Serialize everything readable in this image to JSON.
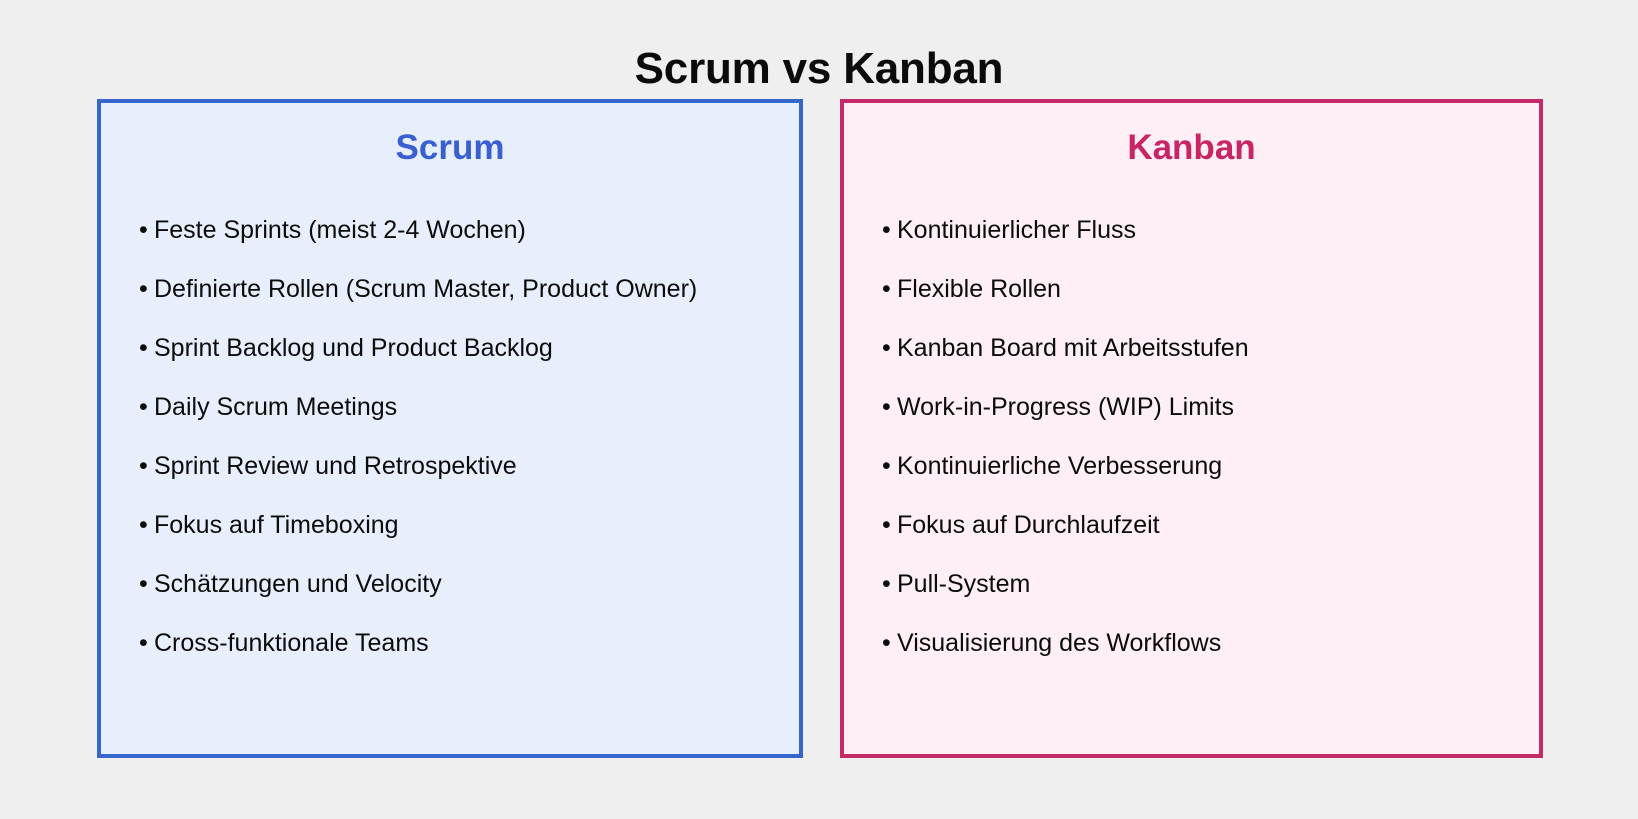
{
  "page": {
    "title": "Scrum vs Kanban",
    "background_color": "#efefef",
    "title_color": "#0b0b0b"
  },
  "panels": [
    {
      "id": "scrum",
      "heading": "Scrum",
      "heading_color": "#3a5fd0",
      "border_color": "#3566cc",
      "background_color": "#e7effc",
      "bullet": "•",
      "items": [
        "Feste Sprints (meist 2-4 Wochen)",
        "Definierte Rollen (Scrum Master, Product Owner)",
        "Sprint Backlog und Product Backlog",
        "Daily Scrum Meetings",
        "Sprint Review und Retrospektive",
        "Fokus auf Timeboxing",
        "Schätzungen und Velocity",
        "Cross-funktionale Teams"
      ]
    },
    {
      "id": "kanban",
      "heading": "Kanban",
      "heading_color": "#c72563",
      "border_color": "#c42a68",
      "background_color": "#fdeff5",
      "bullet": "•",
      "items": [
        "Kontinuierlicher Fluss",
        "Flexible Rollen",
        "Kanban Board mit Arbeitsstufen",
        "Work-in-Progress (WIP) Limits",
        "Kontinuierliche Verbesserung",
        "Fokus auf Durchlaufzeit",
        "Pull-System",
        "Visualisierung des Workflows"
      ]
    }
  ]
}
